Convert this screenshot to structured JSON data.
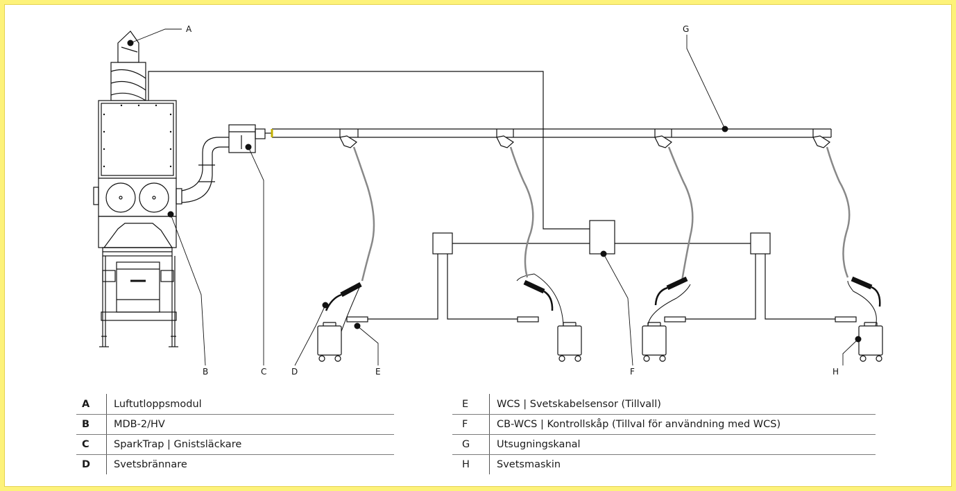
{
  "callouts": {
    "A": "A",
    "B": "B",
    "C": "C",
    "D": "D",
    "E": "E",
    "F": "F",
    "G": "G",
    "H": "H"
  },
  "legend_left": [
    {
      "key": "A",
      "text": "Luftutloppsmodul"
    },
    {
      "key": "B",
      "text": "MDB-2/HV"
    },
    {
      "key": "C",
      "text": "SparkTrap | Gnistsläckare"
    },
    {
      "key": "D",
      "text": "Svetsbrännare"
    }
  ],
  "legend_right": [
    {
      "key": "E",
      "text": "WCS | Svetskabelsensor (Tillvall)"
    },
    {
      "key": "F",
      "text": "CB-WCS | Kontrollskåp (Tillval för användning med WCS)"
    },
    {
      "key": "G",
      "text": "Utsugningskanal"
    },
    {
      "key": "H",
      "text": "Svetsmaskin"
    }
  ],
  "colors": {
    "frame_border": "#fdf27a",
    "line": "#111111",
    "hose": "#888888"
  }
}
